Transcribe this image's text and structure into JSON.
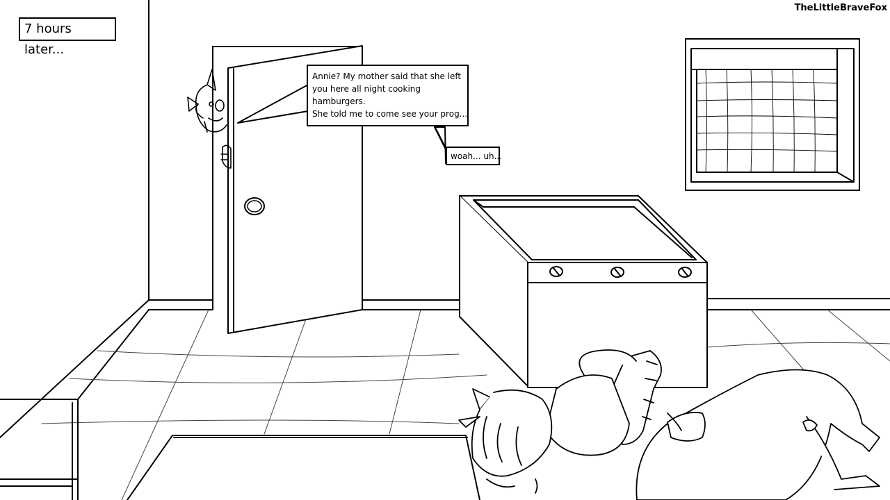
{
  "caption": "7 hours later...",
  "watermark": "TheLittleBraveFox",
  "dialogue": {
    "main_lines": [
      "Annie? My mother said that she left",
      "you here all night cooking",
      "hamburgers.",
      "She told me to come see your prog..."
    ],
    "reply": "woah... uh..."
  }
}
